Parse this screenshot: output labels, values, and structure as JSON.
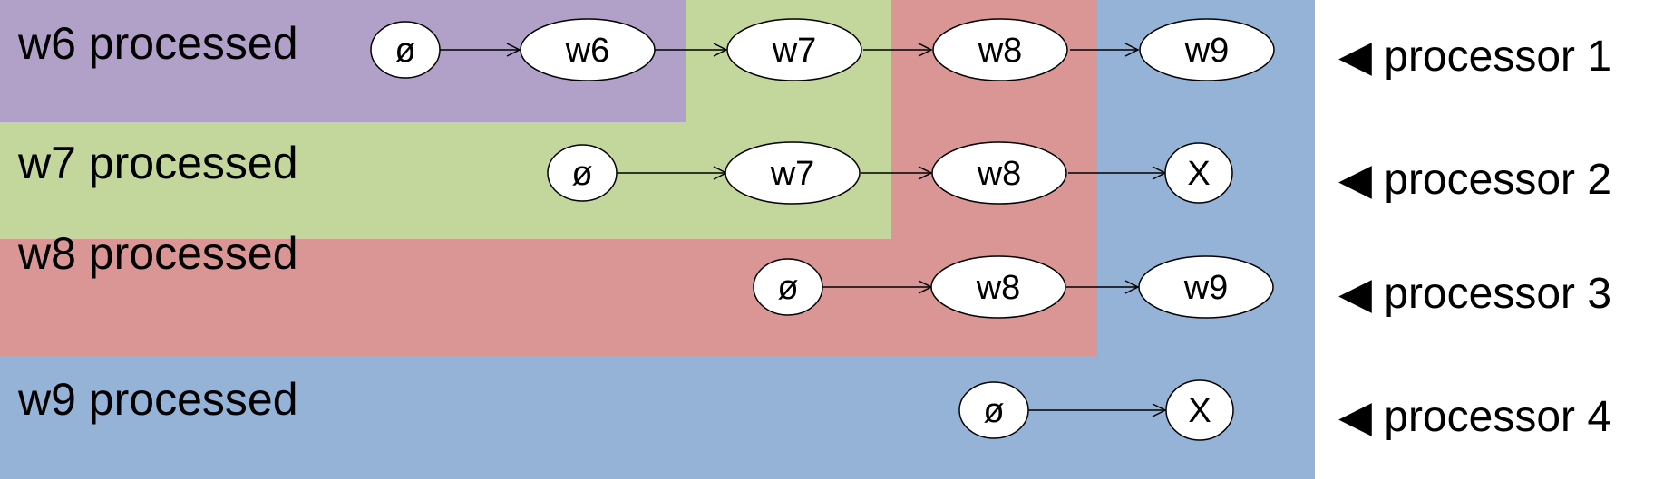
{
  "colors": {
    "w6_region": "#b1a0c7",
    "w7_region": "#c3d69b",
    "w8_region": "#d99694",
    "w9_region": "#95b3d7"
  },
  "regions": [
    {
      "id": "w6",
      "label": "w6 processed"
    },
    {
      "id": "w7",
      "label": "w7 processed"
    },
    {
      "id": "w8",
      "label": "w8 processed"
    },
    {
      "id": "w9",
      "label": "w9 processed"
    }
  ],
  "processors": [
    {
      "label": "◀ processor 1",
      "nodes": [
        {
          "label": "ø",
          "kind": "empty-set"
        },
        {
          "label": "w6",
          "kind": "word"
        },
        {
          "label": "w7",
          "kind": "word"
        },
        {
          "label": "w8",
          "kind": "word"
        },
        {
          "label": "w9",
          "kind": "word"
        }
      ]
    },
    {
      "label": "◀ processor 2",
      "nodes": [
        {
          "label": "ø",
          "kind": "empty-set"
        },
        {
          "label": "w7",
          "kind": "word"
        },
        {
          "label": "w8",
          "kind": "word"
        },
        {
          "label": "X",
          "kind": "end"
        }
      ]
    },
    {
      "label": "◀ processor 3",
      "nodes": [
        {
          "label": "ø",
          "kind": "empty-set"
        },
        {
          "label": "w8",
          "kind": "word"
        },
        {
          "label": "w9",
          "kind": "word"
        }
      ]
    },
    {
      "label": "◀ processor 4",
      "nodes": [
        {
          "label": "ø",
          "kind": "empty-set"
        },
        {
          "label": "X",
          "kind": "end"
        }
      ]
    }
  ]
}
